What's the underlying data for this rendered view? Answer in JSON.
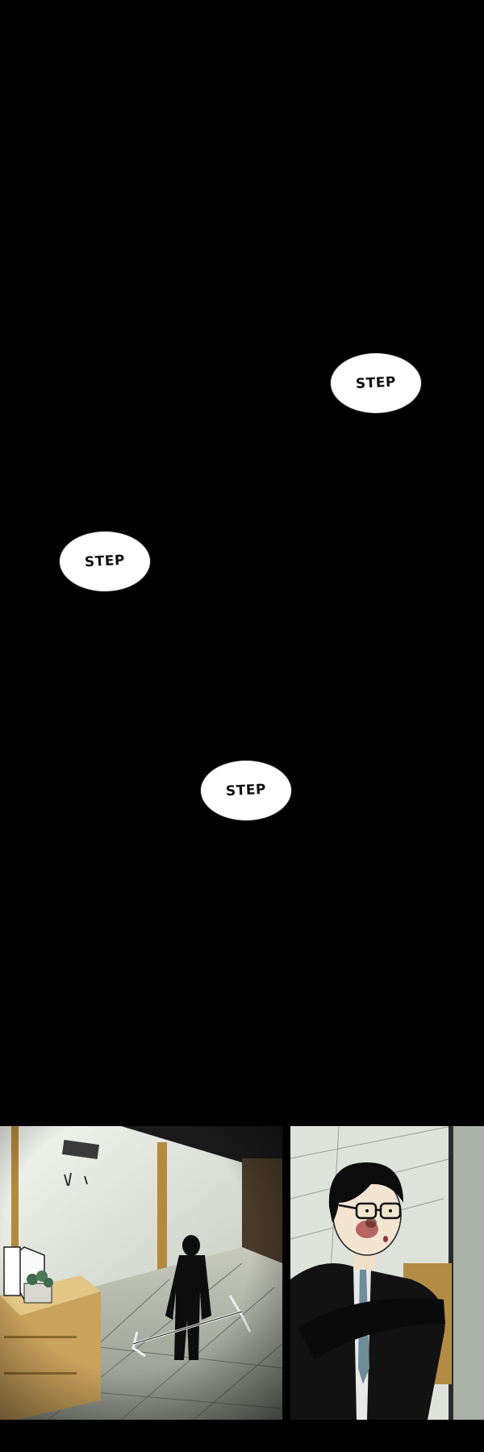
{
  "comic": {
    "sfx": [
      {
        "text": "STEP"
      },
      {
        "text": "STEP"
      },
      {
        "text": "STEP"
      }
    ]
  }
}
